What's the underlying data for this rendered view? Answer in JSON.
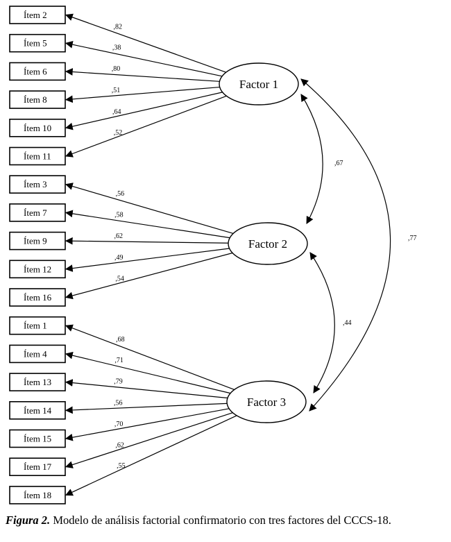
{
  "factors": [
    {
      "id": "f1",
      "label": "Factor 1"
    },
    {
      "id": "f2",
      "label": "Factor 2"
    },
    {
      "id": "f3",
      "label": "Factor 3"
    }
  ],
  "items": [
    {
      "label": "Ítem 2",
      "factor": "f1",
      "loading": ",82"
    },
    {
      "label": "Ítem 5",
      "factor": "f1",
      "loading": ",38"
    },
    {
      "label": "Ítem 6",
      "factor": "f1",
      "loading": ",80"
    },
    {
      "label": "Ítem 8",
      "factor": "f1",
      "loading": ",51"
    },
    {
      "label": "Ítem 10",
      "factor": "f1",
      "loading": ",64"
    },
    {
      "label": "Ítem 11",
      "factor": "f1",
      "loading": ",52"
    },
    {
      "label": "Ítem 3",
      "factor": "f2",
      "loading": ",56"
    },
    {
      "label": "Ítem 7",
      "factor": "f2",
      "loading": ",58"
    },
    {
      "label": "Ítem 9",
      "factor": "f2",
      "loading": ",62"
    },
    {
      "label": "Ítem 12",
      "factor": "f2",
      "loading": ",49"
    },
    {
      "label": "Ítem 16",
      "factor": "f2",
      "loading": ",54"
    },
    {
      "label": "Ítem 1",
      "factor": "f3",
      "loading": ",68"
    },
    {
      "label": "Ítem 4",
      "factor": "f3",
      "loading": ",71"
    },
    {
      "label": "Ítem 13",
      "factor": "f3",
      "loading": ",79"
    },
    {
      "label": "Ítem 14",
      "factor": "f3",
      "loading": ",56"
    },
    {
      "label": "Ítem 15",
      "factor": "f3",
      "loading": ",70"
    },
    {
      "label": "Ítem 17",
      "factor": "f3",
      "loading": ",62"
    },
    {
      "label": "Ítem 18",
      "factor": "f3",
      "loading": ",55"
    }
  ],
  "correlations": [
    {
      "from": "f1",
      "to": "f2",
      "value": ",67"
    },
    {
      "from": "f2",
      "to": "f3",
      "value": ",44"
    },
    {
      "from": "f1",
      "to": "f3",
      "value": ",77"
    }
  ],
  "caption": {
    "label": "Figura 2.",
    "text": " Modelo de análisis factorial confirmatorio con tres factores del CCCS-18."
  }
}
